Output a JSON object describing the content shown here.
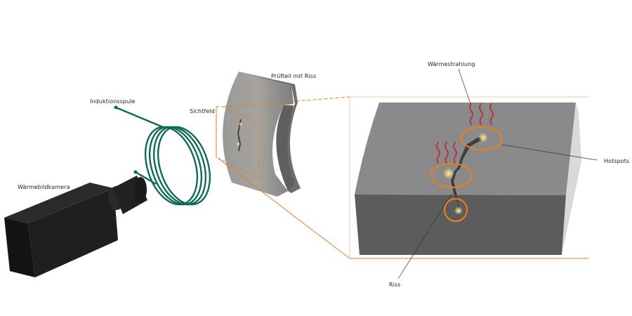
{
  "labels": {
    "camera": "Wärmebildkamera",
    "coil": "Induktionsspule",
    "field_of_view": "Sichtfeld",
    "test_part": "Prüfteil mit Riss",
    "heat_radiation": "Wärmestrahlung",
    "hotspots": "Hotspots",
    "crack": "Riss"
  },
  "colors": {
    "camera": "#1c1c1c",
    "coil": "#0d6b57",
    "part": "#8a8a8a",
    "accent_orange": "#e67e22",
    "heat_wave": "#b8324a"
  }
}
